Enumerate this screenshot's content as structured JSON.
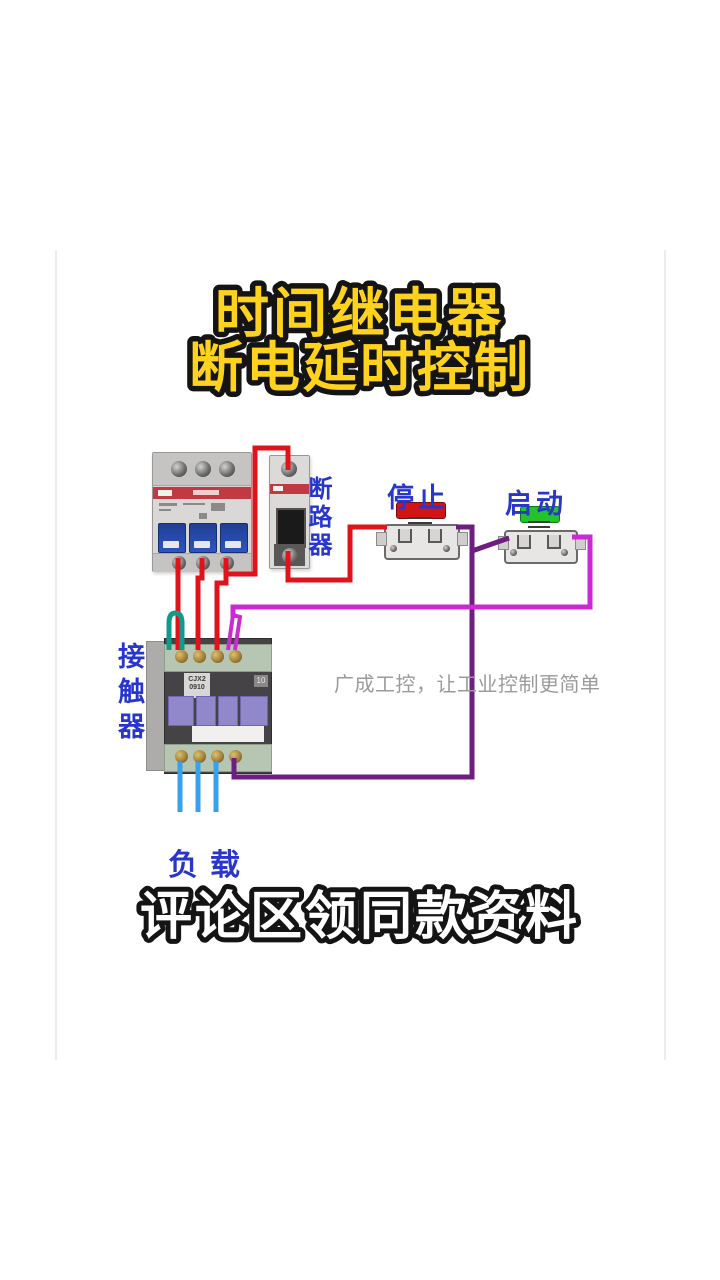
{
  "title": {
    "line1": "时间继电器",
    "line2": "断电延时控制",
    "fill": "#ffd21e",
    "outline": "#141414"
  },
  "footer": {
    "text": "评论区领同款资料",
    "fill": "#ffffff",
    "outline": "#141414"
  },
  "watermark": {
    "text": "广成工控，让工业控制更简单",
    "color": "#9b9b9b"
  },
  "diagram": {
    "labels": {
      "breaker1p": "断路器",
      "stop": "停止",
      "start": "启动",
      "contactor": "接触器",
      "load": "负载",
      "label_color": "#2836cc"
    },
    "contactor_markings": {
      "model_line1": "CJX2",
      "model_line2": "0910",
      "aux": "10"
    },
    "button_colors": {
      "stop_cap": "#d31414",
      "start_cap": "#25c32b"
    },
    "wire_colors": {
      "red": "#e0121a",
      "purple": "#6e1d80",
      "magenta": "#cb2ad2",
      "teal": "#12998c",
      "blue": "#35a1ef"
    }
  }
}
